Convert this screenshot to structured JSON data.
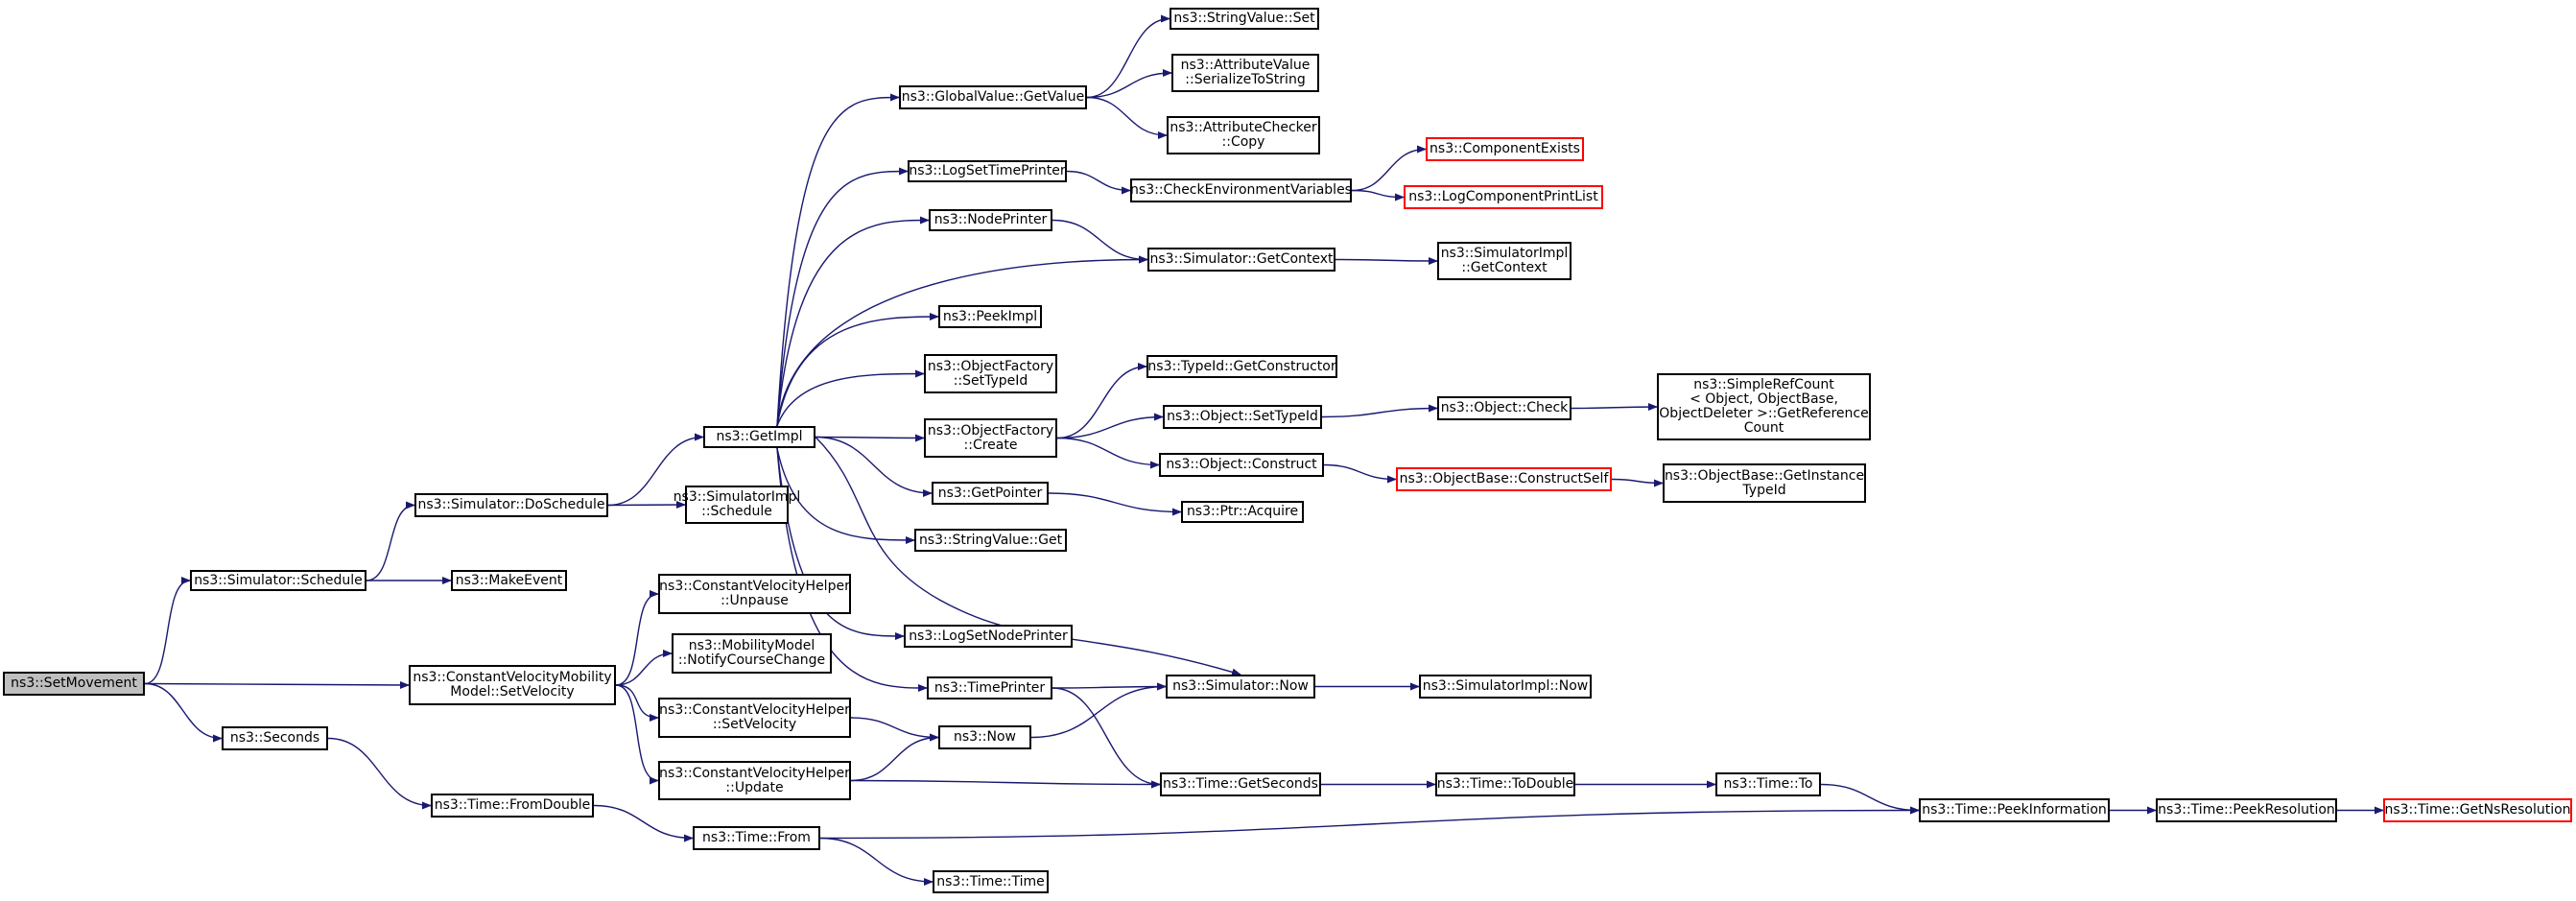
{
  "diagram": {
    "root": "ns3::SetMovement",
    "nodes": [
      {
        "id": "root",
        "label": "ns3::SetMovement",
        "style": "root"
      },
      {
        "id": "simschedule",
        "label": "ns3::Simulator::Schedule"
      },
      {
        "id": "cvmmsetvel",
        "label": "ns3::ConstantVelocityMobility\nModel::SetVelocity"
      },
      {
        "id": "seconds",
        "label": "ns3::Seconds"
      },
      {
        "id": "doschedule",
        "label": "ns3::Simulator::DoSchedule"
      },
      {
        "id": "makeevent",
        "label": "ns3::MakeEvent"
      },
      {
        "id": "getimpl",
        "label": "ns3::GetImpl"
      },
      {
        "id": "simimplsched",
        "label": "ns3::SimulatorImpl\n::Schedule"
      },
      {
        "id": "gvgetvalue",
        "label": "ns3::GlobalValue::GetValue"
      },
      {
        "id": "stringvalset",
        "label": "ns3::StringValue::Set"
      },
      {
        "id": "avserialize",
        "label": "ns3::AttributeValue\n::SerializeToString"
      },
      {
        "id": "accopy",
        "label": "ns3::AttributeChecker\n::Copy"
      },
      {
        "id": "logsettp",
        "label": "ns3::LogSetTimePrinter"
      },
      {
        "id": "checkenv",
        "label": "ns3::CheckEnvironmentVariables"
      },
      {
        "id": "compexists",
        "label": "ns3::ComponentExists",
        "style": "red"
      },
      {
        "id": "logcomplist",
        "label": "ns3::LogComponentPrintList",
        "style": "red"
      },
      {
        "id": "nodeprinter",
        "label": "ns3::NodePrinter"
      },
      {
        "id": "simgetctx",
        "label": "ns3::Simulator::GetContext"
      },
      {
        "id": "simimplgetctx",
        "label": "ns3::SimulatorImpl\n::GetContext"
      },
      {
        "id": "peekimpl",
        "label": "ns3::PeekImpl"
      },
      {
        "id": "ofsettypeid",
        "label": "ns3::ObjectFactory\n::SetTypeId"
      },
      {
        "id": "ofcreate",
        "label": "ns3::ObjectFactory\n::Create"
      },
      {
        "id": "tidgetctor",
        "label": "ns3::TypeId::GetConstructor"
      },
      {
        "id": "objsettypeid",
        "label": "ns3::Object::SetTypeId"
      },
      {
        "id": "objcheck",
        "label": "ns3::Object::Check"
      },
      {
        "id": "simplerefcount",
        "label": "ns3::SimpleRefCount\n< Object, ObjectBase,\n ObjectDeleter >::GetReference\nCount"
      },
      {
        "id": "objconstruct",
        "label": "ns3::Object::Construct"
      },
      {
        "id": "obconstructself",
        "label": "ns3::ObjectBase::ConstructSelf",
        "style": "red"
      },
      {
        "id": "obgetinst",
        "label": "ns3::ObjectBase::GetInstance\nTypeId"
      },
      {
        "id": "getpointer",
        "label": "ns3::GetPointer"
      },
      {
        "id": "ptracquire",
        "label": "ns3::Ptr::Acquire"
      },
      {
        "id": "stringvalget",
        "label": "ns3::StringValue::Get"
      },
      {
        "id": "cvhunpause",
        "label": "ns3::ConstantVelocityHelper\n::Unpause"
      },
      {
        "id": "mmnotify",
        "label": "ns3::MobilityModel\n::NotifyCourseChange"
      },
      {
        "id": "logsetnp",
        "label": "ns3::LogSetNodePrinter"
      },
      {
        "id": "timeprinter",
        "label": "ns3::TimePrinter"
      },
      {
        "id": "simnow",
        "label": "ns3::Simulator::Now"
      },
      {
        "id": "simimplnow",
        "label": "ns3::SimulatorImpl::Now"
      },
      {
        "id": "cvhsetvel",
        "label": "ns3::ConstantVelocityHelper\n::SetVelocity"
      },
      {
        "id": "now",
        "label": "ns3::Now"
      },
      {
        "id": "cvhupdate",
        "label": "ns3::ConstantVelocityHelper\n::Update"
      },
      {
        "id": "timegetsec",
        "label": "ns3::Time::GetSeconds"
      },
      {
        "id": "timetodouble",
        "label": "ns3::Time::ToDouble"
      },
      {
        "id": "timeto",
        "label": "ns3::Time::To"
      },
      {
        "id": "timefromdouble",
        "label": "ns3::Time::FromDouble"
      },
      {
        "id": "timefrom",
        "label": "ns3::Time::From"
      },
      {
        "id": "timetime",
        "label": "ns3::Time::Time"
      },
      {
        "id": "peekinfo",
        "label": "ns3::Time::PeekInformation"
      },
      {
        "id": "peekres",
        "label": "ns3::Time::PeekResolution"
      },
      {
        "id": "getnsres",
        "label": "ns3::Time::GetNsResolution",
        "style": "red"
      }
    ],
    "edges": [
      [
        "root",
        "simschedule"
      ],
      [
        "root",
        "cvmmsetvel"
      ],
      [
        "root",
        "seconds"
      ],
      [
        "simschedule",
        "doschedule"
      ],
      [
        "simschedule",
        "makeevent"
      ],
      [
        "doschedule",
        "getimpl"
      ],
      [
        "doschedule",
        "simimplsched"
      ],
      [
        "getimpl",
        "gvgetvalue"
      ],
      [
        "getimpl",
        "logsettp"
      ],
      [
        "getimpl",
        "nodeprinter"
      ],
      [
        "getimpl",
        "simgetctx"
      ],
      [
        "getimpl",
        "peekimpl"
      ],
      [
        "getimpl",
        "ofsettypeid"
      ],
      [
        "getimpl",
        "ofcreate"
      ],
      [
        "getimpl",
        "getpointer"
      ],
      [
        "getimpl",
        "stringvalget"
      ],
      [
        "getimpl",
        "logsetnp"
      ],
      [
        "getimpl",
        "timeprinter"
      ],
      [
        "getimpl",
        "simnow"
      ],
      [
        "gvgetvalue",
        "stringvalset"
      ],
      [
        "gvgetvalue",
        "avserialize"
      ],
      [
        "gvgetvalue",
        "accopy"
      ],
      [
        "logsettp",
        "checkenv"
      ],
      [
        "checkenv",
        "compexists"
      ],
      [
        "checkenv",
        "logcomplist"
      ],
      [
        "nodeprinter",
        "simgetctx"
      ],
      [
        "simgetctx",
        "simimplgetctx"
      ],
      [
        "ofcreate",
        "tidgetctor"
      ],
      [
        "ofcreate",
        "objsettypeid"
      ],
      [
        "ofcreate",
        "objconstruct"
      ],
      [
        "objsettypeid",
        "objcheck"
      ],
      [
        "objcheck",
        "simplerefcount"
      ],
      [
        "objconstruct",
        "obconstructself"
      ],
      [
        "obconstructself",
        "obgetinst"
      ],
      [
        "getpointer",
        "ptracquire"
      ],
      [
        "cvmmsetvel",
        "cvhunpause"
      ],
      [
        "cvmmsetvel",
        "mmnotify"
      ],
      [
        "cvmmsetvel",
        "cvhsetvel"
      ],
      [
        "cvmmsetvel",
        "cvhupdate"
      ],
      [
        "cvhsetvel",
        "now"
      ],
      [
        "cvhupdate",
        "now"
      ],
      [
        "cvhupdate",
        "timegetsec"
      ],
      [
        "now",
        "simnow"
      ],
      [
        "timeprinter",
        "simnow"
      ],
      [
        "timeprinter",
        "timegetsec"
      ],
      [
        "simnow",
        "simimplnow"
      ],
      [
        "timegetsec",
        "timetodouble"
      ],
      [
        "timetodouble",
        "timeto"
      ],
      [
        "timeto",
        "peekinfo"
      ],
      [
        "peekinfo",
        "peekres"
      ],
      [
        "peekres",
        "getnsres"
      ],
      [
        "seconds",
        "timefromdouble"
      ],
      [
        "timefromdouble",
        "timefrom"
      ],
      [
        "timefrom",
        "timetime"
      ],
      [
        "timefrom",
        "peekinfo"
      ]
    ],
    "colors": {
      "edge": "#191970",
      "node_border": "#000000",
      "missing_border": "#ff0000",
      "root_fill": "#bfbfbf"
    }
  }
}
